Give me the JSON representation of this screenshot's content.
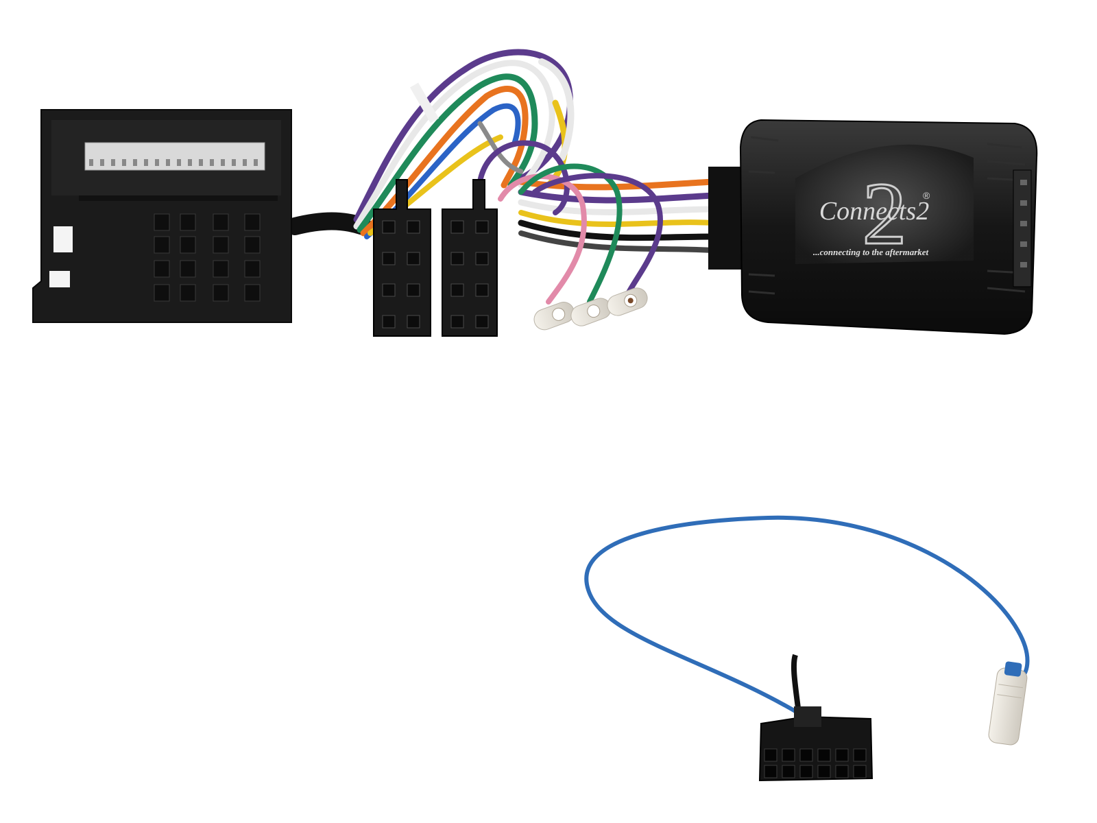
{
  "product": {
    "logo": {
      "brand": "Connects2",
      "digit": "2",
      "registered": "®",
      "tagline": "...connecting to the aftermarket"
    }
  },
  "colors": {
    "background": "#ffffff",
    "connector": "#1b1b1b",
    "module": "#151515",
    "wire_purple": "#5b3b8c",
    "wire_white": "#e8e8e8",
    "wire_green": "#1f8a5a",
    "wire_orange": "#e8731f",
    "wire_yellow": "#e9c21b",
    "wire_blue": "#2b63c6",
    "wire_pink": "#e28aa9",
    "wire_grey": "#8a8a8a",
    "patch_lead_blue": "#2f6db8"
  },
  "icons": [
    "quadlock-connector-icon",
    "iso-connector-icon",
    "terminal-icon",
    "interface-module-icon",
    "patch-lead-icon"
  ]
}
